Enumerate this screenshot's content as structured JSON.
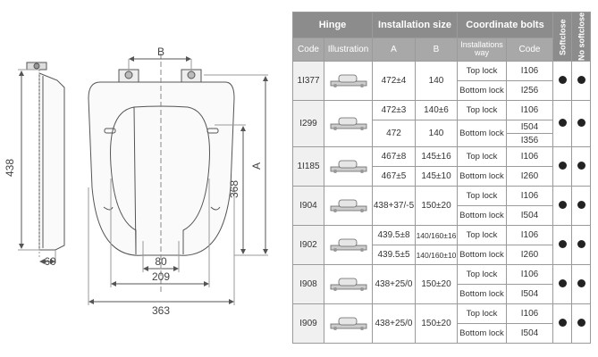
{
  "drawing": {
    "dim_b": "B",
    "dim_a": "A",
    "dim_438": "438",
    "dim_368": "368",
    "dim_60": "60",
    "dim_80": "80",
    "dim_209": "209",
    "dim_363": "363"
  },
  "table": {
    "group_headers": {
      "hinge": "Hinge",
      "installation_size": "Installation size",
      "coordinate_bolts": "Coordinate bolts",
      "softclose": "Softclose",
      "no_softclose": "No softclose"
    },
    "sub_headers": {
      "code": "Code",
      "illustration": "Illustration",
      "a": "A",
      "b": "B",
      "installations_way": "Installations way",
      "code2": "Code"
    },
    "products": [
      {
        "code": "1I377",
        "rows": [
          {
            "a": "472±4",
            "b": "140",
            "lock": "Top lock",
            "lcodes": [
              "I106"
            ]
          },
          {
            "lock": "Bottom lock",
            "lcodes": [
              "I256"
            ]
          }
        ]
      },
      {
        "code": "I299",
        "rows": [
          {
            "a": "472±3",
            "b": "140±6",
            "lock": "Top lock",
            "lcodes": [
              "I106"
            ]
          },
          {
            "a": "472",
            "b": "140",
            "lock": "Bottom lock",
            "lcodes": [
              "I504",
              "I356"
            ]
          }
        ]
      },
      {
        "code": "1I185",
        "rows": [
          {
            "a": "467±8",
            "b": "145±16",
            "lock": "Top lock",
            "lcodes": [
              "I106"
            ]
          },
          {
            "a": "467±5",
            "b": "145±10",
            "lock": "Bottom lock",
            "lcodes": [
              "I260"
            ]
          }
        ]
      },
      {
        "code": "I904",
        "rows": [
          {
            "a": "438+37/-5",
            "b": "150±20",
            "lock": "Top lock",
            "lcodes": [
              "I106"
            ]
          },
          {
            "lock": "Bottom lock",
            "lcodes": [
              "I504"
            ]
          }
        ]
      },
      {
        "code": "I902",
        "rows": [
          {
            "a": "439.5±8",
            "b": "140/160±16",
            "lock": "Top lock",
            "lcodes": [
              "I106"
            ]
          },
          {
            "a": "439.5±5",
            "b": "140/160±10",
            "lock": "Bottom lock",
            "lcodes": [
              "I260"
            ]
          }
        ]
      },
      {
        "code": "I908",
        "rows": [
          {
            "a": "438+25/0",
            "b": "150±20",
            "lock": "Top lock",
            "lcodes": [
              "I106"
            ]
          },
          {
            "lock": "Bottom lock",
            "lcodes": [
              "I504"
            ]
          }
        ]
      },
      {
        "code": "I909",
        "rows": [
          {
            "a": "438+25/0",
            "b": "150±20",
            "lock": "Top lock",
            "lcodes": [
              "I106"
            ]
          },
          {
            "lock": "Bottom lock",
            "lcodes": [
              "I504"
            ]
          }
        ]
      }
    ]
  }
}
